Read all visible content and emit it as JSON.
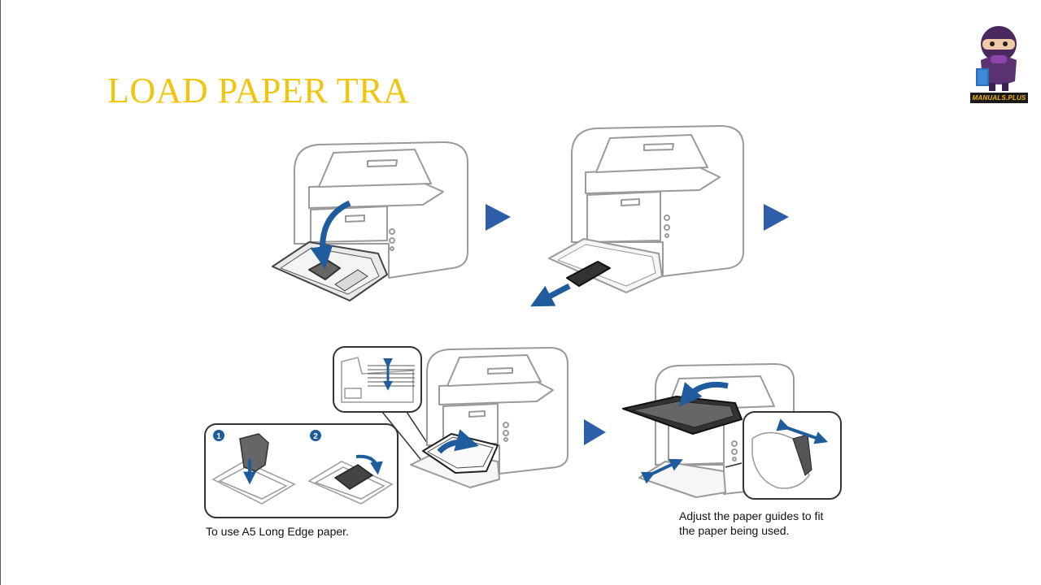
{
  "title": "LOAD PAPER TRA",
  "logo": {
    "label": "MANUALS.PLUS",
    "icon": "ninja-mascot-icon"
  },
  "steps": {
    "a5_number_1": "1",
    "a5_number_2": "2",
    "a5_caption": "To use A5 Long Edge paper.",
    "adjust_caption_line1": "Adjust the paper guides to fit",
    "adjust_caption_line2": "the paper being used."
  },
  "colors": {
    "title": "#f1c40f",
    "arrow": "#2e5ea8",
    "line": "#9a9a9a",
    "accent_blue": "#1f5c9e"
  }
}
